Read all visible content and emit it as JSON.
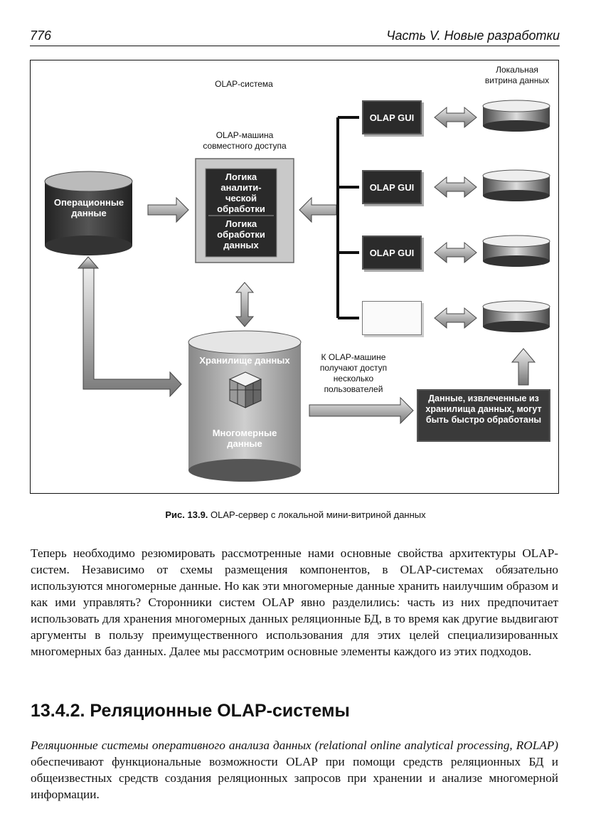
{
  "header": {
    "page_number": "776",
    "running_title": "Часть V. Новые разработки"
  },
  "figure": {
    "system_label": "OLAP-система",
    "engine_label": "OLAP-машина совместного доступа",
    "analysis_logic": "Логика аналити- ческой обработки",
    "data_logic": "Логика обработки данных",
    "operational_data": "Операционные данные",
    "warehouse_label": "Хранилище данных",
    "multidim_label": "Многомерные данные",
    "local_mart_label": "Локальная витрина данных",
    "gui_label": "OLAP GUI",
    "multi_user_note": "К OLAP-машине получают доступ несколько пользователей",
    "extracted_note": "Данные, извлеченные из хранилища данных, могут быть быстро обработаны"
  },
  "caption": {
    "prefix": "Рис. 13.9.",
    "text": " OLAP-сервер с локальной мини-витриной данных"
  },
  "paragraph1": "Теперь необходимо резюмировать рассмотренные нами основные свойства архитектуры OLAP-систем. Независимо от схемы размещения компонентов, в OLAP-системах обязательно используются многомерные данные. Но как эти многомерные данные хранить наилучшим образом и как ими управлять? Сторонники систем OLAP явно разделились: часть из них предпочитает использовать для хранения многомерных данных реляционные БД, в то время как другие выдвигают аргументы в пользу преимущественного использования для этих целей специализированных многомерных баз данных. Далее мы рассмотрим основные элементы каждого из этих подходов.",
  "section_heading": "13.4.2. Реляционные OLAP-системы",
  "paragraph2": {
    "italic": "Реляционные системы оперативного анализа данных (relational online analytical processing, ROLAP)",
    "rest": " обеспечивают функциональные возможности OLAP при помощи средств реляционных БД и общеизвестных средств создания реляционных запросов при хранении и анализе многомерной информации."
  }
}
